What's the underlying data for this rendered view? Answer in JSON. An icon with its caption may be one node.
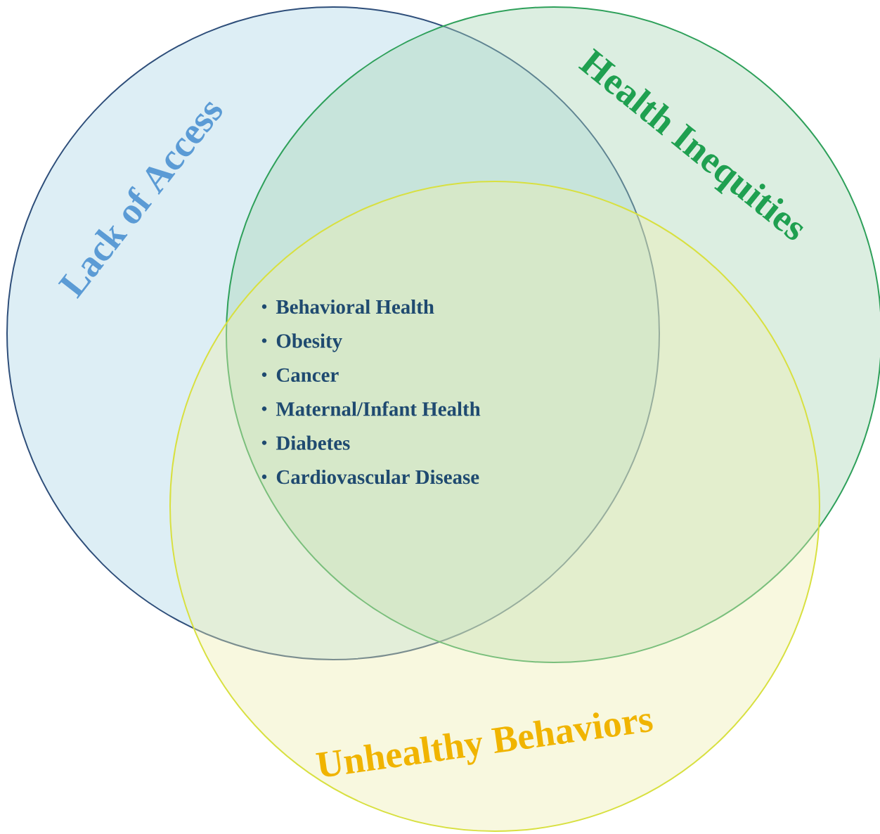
{
  "diagram": {
    "nodes": [
      {
        "text": [
          "Lack of Access"
        ]
      },
      {
        "text": [
          "Health Inequities"
        ]
      },
      {
        "text": [
          "Unhealthy Behaviors"
        ]
      }
    ],
    "labels": [
      "Behavioral Health",
      "Obesity",
      "Cancer",
      "Maternal/Infant Health",
      "Diabetes",
      "Cardiovascular Disease"
    ]
  }
}
